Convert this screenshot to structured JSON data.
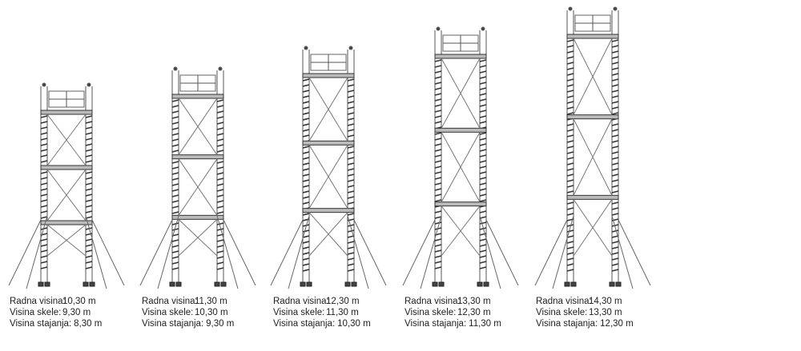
{
  "towers": [
    {
      "working_height_label": "Radna visina:",
      "working_height": "10,30 m",
      "scaffold_height_label": "Visina skele:",
      "scaffold_height": "9,30 m",
      "standing_height_label": "Visina stajanja:",
      "standing_height": "8,30 m"
    },
    {
      "working_height_label": "Radna visina:",
      "working_height": "11,30 m",
      "scaffold_height_label": "Visina skele:",
      "scaffold_height": "10,30 m",
      "standing_height_label": "Visina stajanja:",
      "standing_height": "9,30 m"
    },
    {
      "working_height_label": "Radna visina:",
      "working_height": "12,30 m",
      "scaffold_height_label": "Visina skele:",
      "scaffold_height": "11,30 m",
      "standing_height_label": "Visina stajanja:",
      "standing_height": "10,30 m"
    },
    {
      "working_height_label": "Radna visina:",
      "working_height": "13,30 m",
      "scaffold_height_label": "Visina skele:",
      "scaffold_height": "12,30 m",
      "standing_height_label": "Visina stajanja:",
      "standing_height": "11,30 m"
    },
    {
      "working_height_label": "Radna visina:",
      "working_height": "14,30 m",
      "scaffold_height_label": "Visina skele:",
      "scaffold_height": "13,30 m",
      "standing_height_label": "Visina stajanja:",
      "standing_height": "12,30 m"
    }
  ]
}
